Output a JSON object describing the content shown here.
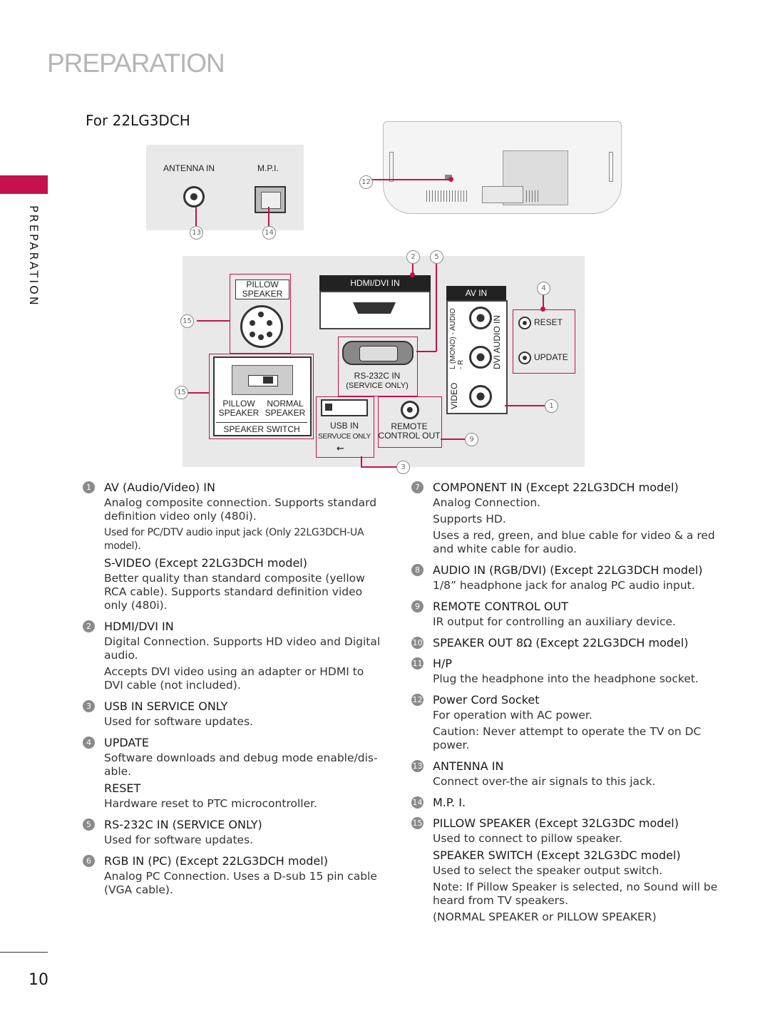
{
  "page": {
    "title": "PREPARATION",
    "subtitle": "For 22LG3DCH",
    "side_label": "PREPARATION",
    "page_number": "10"
  },
  "diagram": {
    "antenna_in": "ANTENNA IN",
    "mpi": "M.P.I.",
    "pillow_speaker": "PILLOW SPEAKER",
    "hdmi_dvi_in": "HDMI/DVI IN",
    "av_in": "AV IN",
    "reset": "RESET",
    "update": "UPDATE",
    "rs232c_in": "RS-232C IN",
    "service_only": "(SERVICE ONLY)",
    "usb_in": "USB IN",
    "usb_service_only": "SERVUCE ONLY",
    "remote_control_out": "REMOTE CONTROL OUT",
    "pillow_speaker_sw": "PILLOW SPEAKER",
    "normal_speaker_sw": "NORMAL SPEAKER",
    "speaker_switch": "SPEAKER SWITCH",
    "video": "VIDEO",
    "audio_lr": "L (MONO) - AUDIO - R",
    "dvi_audio_in": "DVI AUDIO IN",
    "callouts": [
      "12",
      "13",
      "14",
      "2",
      "5",
      "4",
      "15",
      "15",
      "1",
      "9",
      "3"
    ]
  },
  "left_items": [
    {
      "n": "1",
      "heading": "AV (Audio/Video) IN",
      "paras": [
        "Analog composite connection. Supports standard definition video only (480i)."
      ],
      "small": "Used for PC/DTV audio input jack (Only 22LG3DCH-UA model).",
      "sub_heading": "S-VIDEO (Except 22LG3DCH model)",
      "sub_paras": [
        "Better quality than standard composite (yellow RCA cable). Supports standard definition video only (480i)."
      ]
    },
    {
      "n": "2",
      "heading": "HDMI/DVI IN",
      "paras": [
        "Digital Connection. Supports HD video and Digital audio.",
        "Accepts DVI video using an adapter or HDMI to DVI cable (not included)."
      ]
    },
    {
      "n": "3",
      "heading": "USB IN SERVICE ONLY",
      "paras": [
        "Used for software updates."
      ]
    },
    {
      "n": "4",
      "heading": "UPDATE",
      "paras": [
        "Software downloads and debug mode enable/dis-able."
      ],
      "sub_heading": "RESET",
      "sub_paras": [
        "Hardware reset to PTC microcontroller."
      ]
    },
    {
      "n": "5",
      "heading": "RS-232C IN (SERVICE ONLY)",
      "paras": [
        "Used for software updates."
      ]
    },
    {
      "n": "6",
      "heading": "RGB IN (PC) (Except 22LG3DCH model)",
      "paras": [
        "Analog PC Connection. Uses a D-sub 15 pin cable (VGA cable)."
      ]
    }
  ],
  "right_items": [
    {
      "n": "7",
      "heading": "COMPONENT IN (Except 22LG3DCH model)",
      "paras": [
        "Analog Connection.",
        "Supports HD.",
        "Uses a red, green, and blue cable for video & a red and white cable for audio."
      ]
    },
    {
      "n": "8",
      "heading": "AUDIO IN (RGB/DVI) (Except 22LG3DCH model)",
      "paras": [
        "1/8” headphone jack for analog PC audio input."
      ]
    },
    {
      "n": "9",
      "heading": "REMOTE CONTROL OUT",
      "paras": [
        "IR output for controlling an auxiliary device."
      ]
    },
    {
      "n": "10",
      "heading": "SPEAKER OUT 8Ω (Except 22LG3DCH model)",
      "paras": []
    },
    {
      "n": "11",
      "heading": "H/P",
      "paras": [
        "Plug the headphone into the headphone socket."
      ]
    },
    {
      "n": "12",
      "heading": "Power Cord Socket",
      "paras": [
        "For operation with AC power.",
        "Caution: Never attempt to operate the TV on DC power."
      ]
    },
    {
      "n": "13",
      "heading": "ANTENNA IN",
      "paras": [
        "Connect over-the air signals to this jack."
      ]
    },
    {
      "n": "14",
      "heading": "M.P. I.",
      "paras": []
    },
    {
      "n": "15",
      "heading": "PILLOW SPEAKER (Except 32LG3DC model)",
      "paras": [
        "Used to connect to pillow speaker."
      ],
      "sub_heading": "SPEAKER SWITCH (Except 32LG3DC model)",
      "sub_paras": [
        "Used to select the speaker output switch.",
        "Note: If Pillow Speaker is selected, no Sound will be heard from TV speakers.",
        "(NORMAL SPEAKER or PILLOW SPEAKER)"
      ]
    }
  ]
}
